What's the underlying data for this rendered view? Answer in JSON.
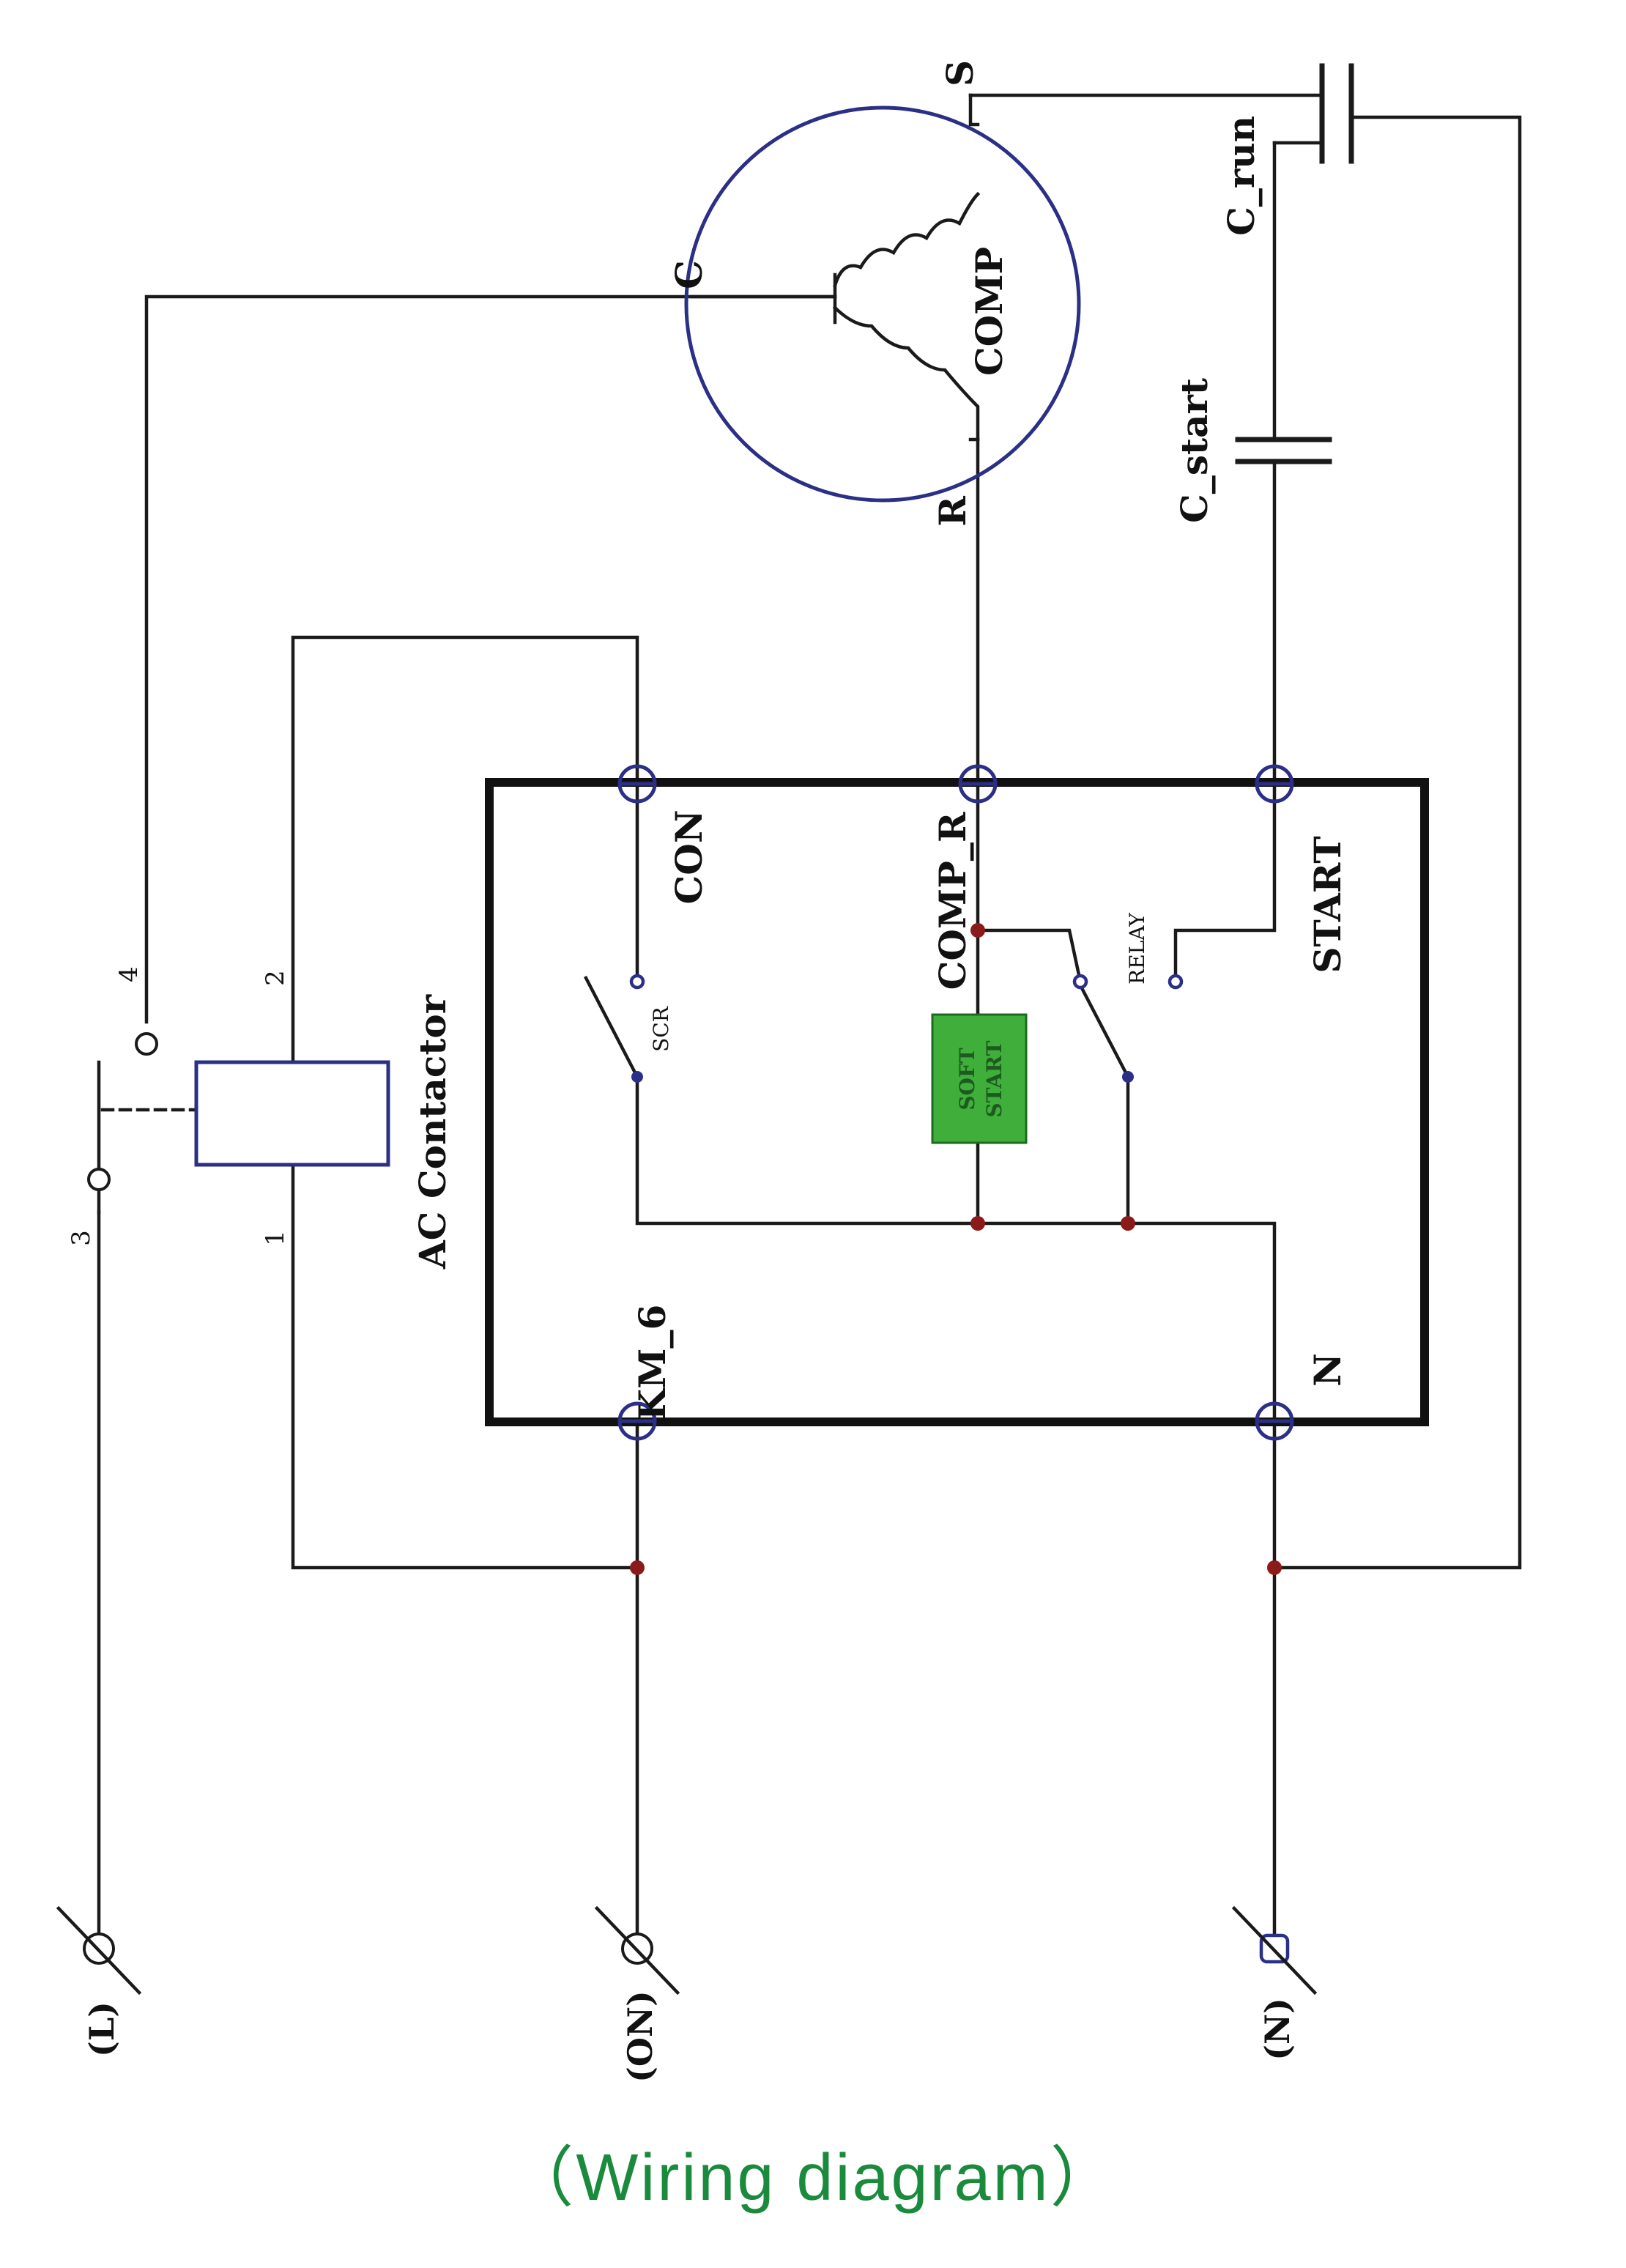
{
  "diagram": {
    "mains_terminals": [
      "(L)",
      "(ON)",
      "(N)"
    ],
    "contactor": {
      "label": "AC Contactor",
      "pins": [
        "1",
        "2",
        "3",
        "4"
      ]
    },
    "controller_terminals": [
      "CON",
      "KM_6",
      "COMP_R",
      "START",
      "N"
    ],
    "internal_parts": {
      "scr": "SCR",
      "relay": "RELAY",
      "soft_start_line1": "SOFT",
      "soft_start_line2": "START"
    },
    "compressor": {
      "label": "COMP",
      "terminals": [
        "C",
        "R",
        "S"
      ]
    },
    "capacitors": [
      "C_start",
      "C_run"
    ]
  },
  "caption": "（Wiring diagram）",
  "colors": {
    "wire": "#1a1a1a",
    "terminal": "#2b2f86",
    "junction": "#8b1a1a",
    "soft_start_fill": "#3fae3a",
    "caption": "#1a8a3c"
  }
}
